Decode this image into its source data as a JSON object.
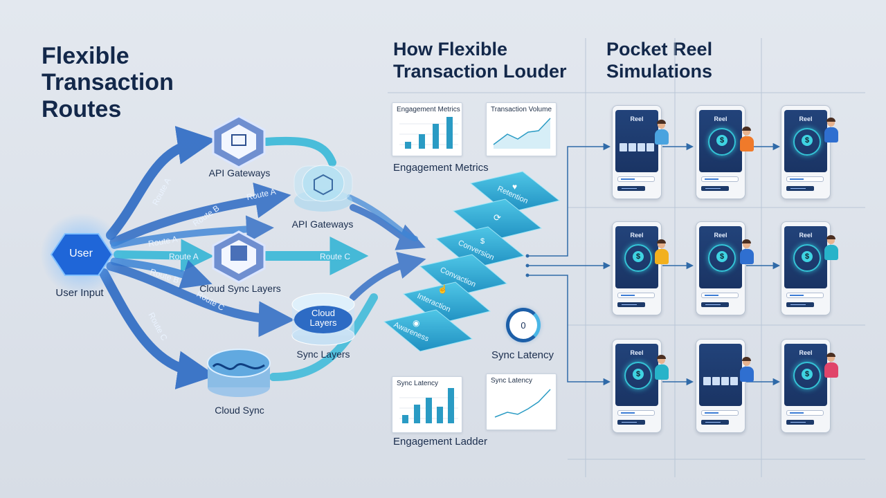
{
  "titles": {
    "left": "Flexible Transaction Routes",
    "middle": "How Flexible Transaction Louder",
    "right": "Pocket Reel Simulations"
  },
  "routes": {
    "user_node": "User",
    "user_input": "User Input",
    "api_gateways_top": "API Gateways",
    "api_gateways_mid": "API Gateways",
    "cloud_sync_layers": "Cloud Sync Layers",
    "cloud_layers_node": "Cloud Layers",
    "sync_layers": "Sync Layers",
    "cloud_sync": "Cloud Sync",
    "arrow_labels": [
      "Route A",
      "Route B",
      "Route A",
      "Route A",
      "Route B",
      "Route C",
      "Route C",
      "Route A",
      "Route C"
    ]
  },
  "metrics": {
    "card_engagement_title": "Engagement Metrics",
    "card_volume_title": "Transaction Volume",
    "caption_engagement": "Engagement Metrics",
    "card_sync_bar_title": "Sync Latency",
    "card_sync_line_title": "Sync Latency",
    "caption_ladder": "Engagement Ladder",
    "sync_latency_label": "Sync Latency",
    "gauge_value": "0"
  },
  "ladder": [
    "Retention",
    "",
    "Conversion",
    "Convaction",
    "Interaction",
    "Awareness"
  ],
  "phones": [
    {
      "label": "Reel",
      "screen": "slots"
    },
    {
      "label": "Reel",
      "screen": "wheel"
    },
    {
      "label": "Reel",
      "screen": "wheel"
    },
    {
      "label": "Reel",
      "screen": "wheel"
    },
    {
      "label": "Reel",
      "screen": "wheel"
    },
    {
      "label": "Reel",
      "screen": "wheel"
    },
    {
      "label": "Reel",
      "screen": "wheel"
    },
    {
      "label": "",
      "screen": "slots"
    },
    {
      "label": "Reel",
      "screen": "wheel"
    }
  ],
  "colors": {
    "accent_blue": "#2f6fd0",
    "accent_cyan": "#38b8d8",
    "navy": "#13284a",
    "screen_blue": "#22437a"
  }
}
